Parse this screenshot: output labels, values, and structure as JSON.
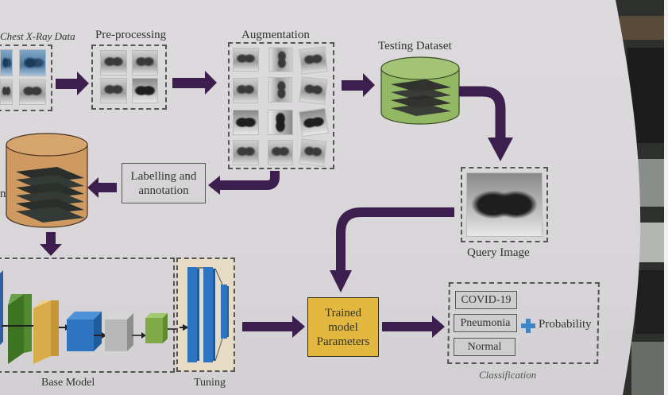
{
  "diagram": {
    "title": "COVID-19 chest X-ray classification pipeline",
    "stages": {
      "data": {
        "label": "Chest X-Ray Data"
      },
      "preprocessing": {
        "label": "Pre-processing"
      },
      "augmentation": {
        "label": "Augmentation"
      },
      "testing_dataset": {
        "label": "Testing Dataset"
      },
      "labelling": {
        "label": "Labelling and annotation",
        "line1": "Labelling and",
        "line2": "annotation"
      },
      "training_dataset": {
        "label_fragment": "n"
      },
      "query_image": {
        "label": "Query Image"
      },
      "base_model": {
        "label": "Base Model"
      },
      "tuning": {
        "label": "Tuning"
      },
      "trained_model": {
        "label": "Trained model Parameters",
        "line1": "Trained",
        "line2": "model",
        "line3": "Parameters"
      },
      "classification": {
        "label": "Classification",
        "classes": [
          "COVID-19",
          "Pneumonia",
          "Normal"
        ],
        "plus_label": "Probability"
      }
    },
    "edges": [
      [
        "Chest X-Ray Data",
        "Pre-processing"
      ],
      [
        "Pre-processing",
        "Augmentation"
      ],
      [
        "Augmentation",
        "Testing Dataset"
      ],
      [
        "Testing Dataset",
        "Query Image"
      ],
      [
        "Augmentation",
        "Labelling and annotation"
      ],
      [
        "Labelling and annotation",
        "Training Dataset"
      ],
      [
        "Training Dataset",
        "Base Model"
      ],
      [
        "Base Model",
        "Tuning"
      ],
      [
        "Tuning",
        "Trained model Parameters"
      ],
      [
        "Query Image",
        "Trained model Parameters"
      ],
      [
        "Trained model Parameters",
        "Classification"
      ]
    ],
    "colors": {
      "arrow": "#3d1f4f",
      "testing_cylinder": "#93b864",
      "training_cylinder": "#cf9a62",
      "trained_box": "#e2b83e",
      "tuning_bg": "#e6dcc6",
      "layer_blue": "#2f74c0",
      "layer_green": "#4f8a2e",
      "layer_yellow": "#e0b95a",
      "layer_gray": "#b8b8b8",
      "layer_lightgreen": "#7faa4a",
      "plus": "#3f86c8"
    }
  }
}
